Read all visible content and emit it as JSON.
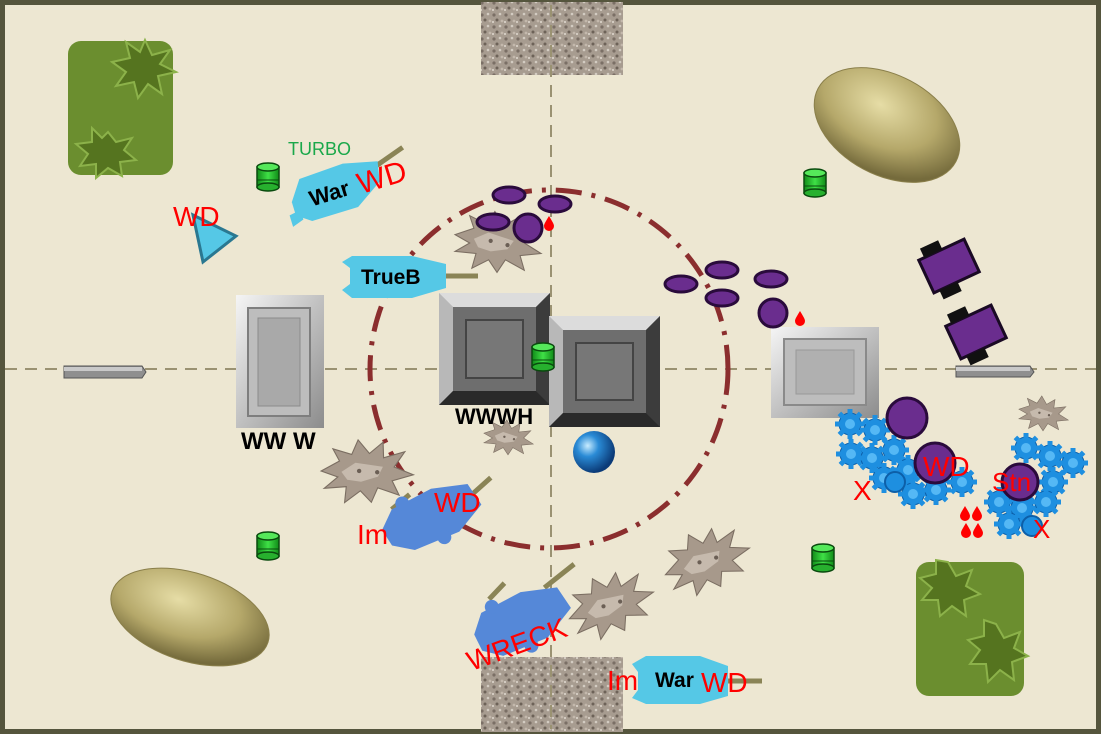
{
  "colors": {
    "board": "#ede7d2",
    "border": "#55553d",
    "objective_ring": "#8b2e2e",
    "marker_red": "#ff0000",
    "turbo_green": "#1aa84a",
    "player_vehicle": "#55c8e6",
    "ork_vehicle": "#5588d8",
    "enemy_purple": "#6a2d8e",
    "enemy_blue": "#1e8fe0",
    "objective_token": "#22c02a",
    "forest": "#6b8e2f"
  },
  "vehicles": [
    {
      "id": "war",
      "label": "War",
      "marker": "WD",
      "status": "TURBO"
    },
    {
      "id": "trueb",
      "label": "TrueB"
    },
    {
      "id": "bottom-war",
      "prefix": "Im",
      "label": "War",
      "marker": "WD"
    },
    {
      "id": "im-vehicle",
      "label": "Im",
      "marker": "WD"
    },
    {
      "id": "wreck-vehicle",
      "label": "WRECK"
    }
  ],
  "markers": {
    "scout_wd": "WD",
    "ruin_left_wounds": "WW W",
    "ruin_center_wounds": "WWWH",
    "enemy_wd": "WD",
    "enemy_stn": "Stn",
    "enemy_x1": "X",
    "enemy_x2": "X"
  },
  "icons": [
    "objective-token-icon",
    "blood-drop-icon",
    "ork-mek-icon",
    "enemy-bike-icon"
  ]
}
